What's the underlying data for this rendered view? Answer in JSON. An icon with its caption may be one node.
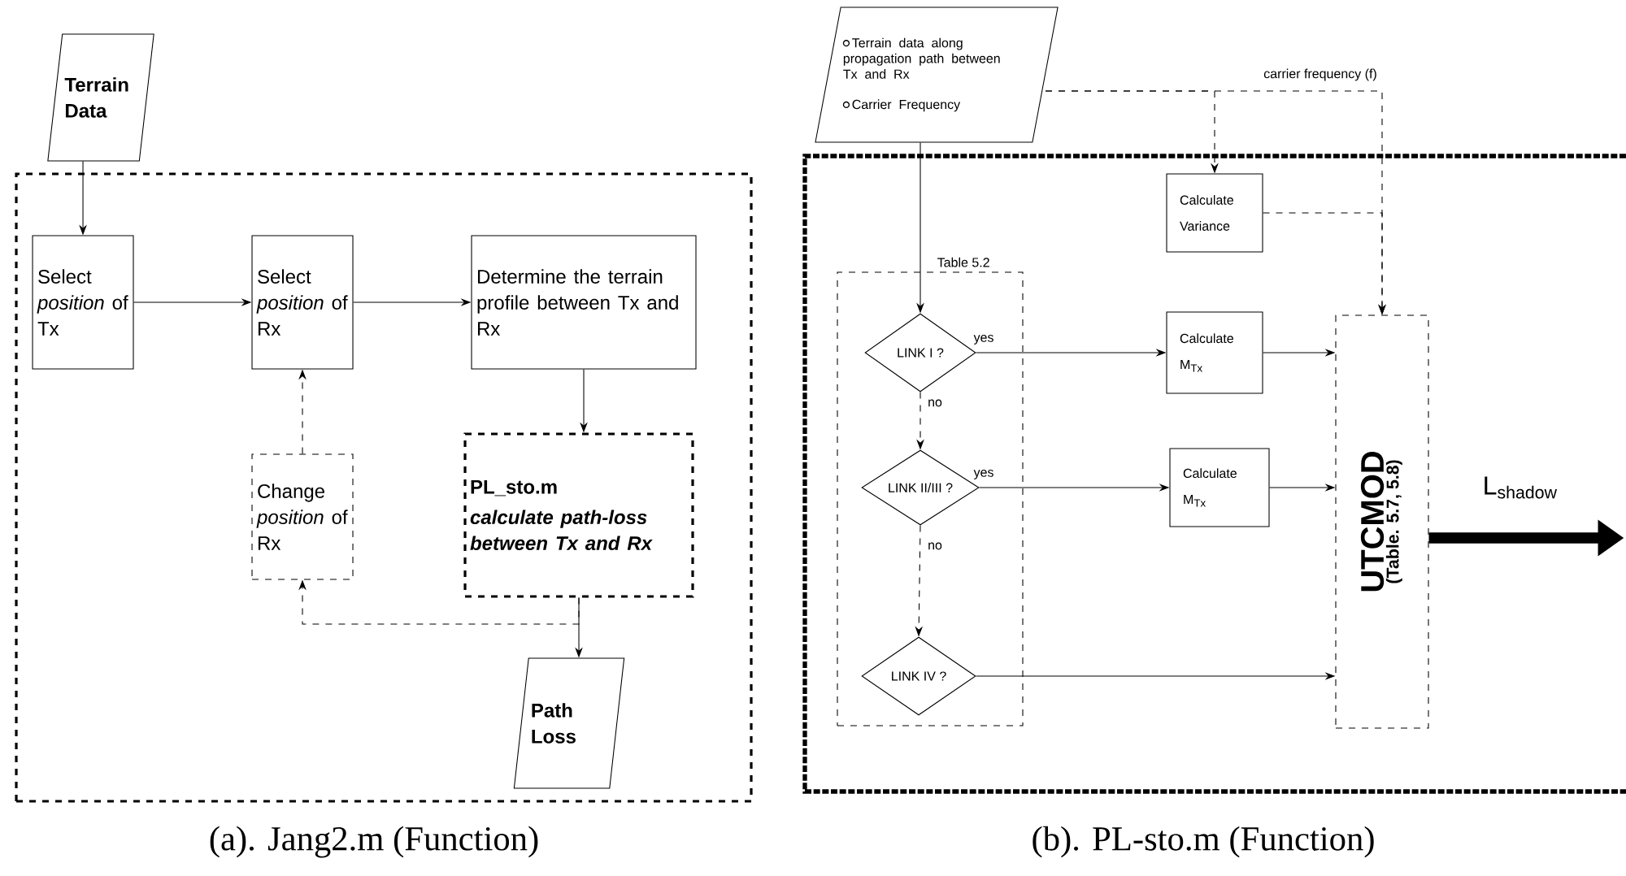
{
  "diagram": {
    "nodes": [
      {
        "text": [
          "Terrain Data"
        ]
      },
      {
        "text": [],
        "shape": "box"
      },
      {
        "text": [
          "Select *position* of Tx"
        ],
        "in": 1
      },
      {
        "text": [
          "Select *position* of Rx"
        ],
        "in": 1
      },
      {
        "text": [
          "Determine the terrain profile between Tx and Rx"
        ],
        "in": 1
      },
      {
        "text": [
          "PL_sto.m",
          "calculate path-loss between Tx and Rx"
        ],
        "in": 1
      },
      {
        "text": [
          "Change *position* of Rx"
        ],
        "in": 1
      },
      {
        "text": [
          "Path Loss"
        ],
        "in": 1
      },
      {
        "text": [
          "Terrain data along propagation path between Tx and Rx",
          "Carrier Frequency"
        ]
      },
      {
        "text": [],
        "shape": "box"
      },
      {
        "text": [
          "Calculate Variance"
        ],
        "in": 9
      },
      {
        "text": [],
        "shape": "box",
        "beside": [
          "Table 5.2"
        ],
        "in": 9
      },
      {
        "text": [
          "LINK I ?"
        ],
        "in": 11
      },
      {
        "text": [
          "Calculate M$_{Tx}$"
        ],
        "in": 9
      },
      {
        "text": [
          "LINK II/III ?"
        ],
        "in": 11
      },
      {
        "text": [
          "Calculate M$_{Tx}$"
        ],
        "in": 9
      },
      {
        "text": [
          "LINK IV ?"
        ],
        "in": 11
      },
      {
        "text": [
          "UTCMOD",
          "(Table. 5.7, 5.8)"
        ],
        "in": 9
      }
    ],
    "edges": [
      {
        "from": 0,
        "to": 2,
        "arrow": "to"
      },
      {
        "from": 2,
        "to": 3,
        "arrow": "to"
      },
      {
        "from": 3,
        "to": 4,
        "arrow": "to"
      },
      {
        "from": 4,
        "to": 5,
        "arrow": "to"
      },
      {
        "from": 5,
        "to": 7,
        "arrow": "to"
      },
      {
        "from": 5,
        "to": 6,
        "arrow": "to",
        "style": "dashed"
      },
      {
        "from": 6,
        "to": 3,
        "arrow": "to",
        "style": "dashed"
      },
      {
        "from": 8,
        "to": 12,
        "arrow": "to"
      },
      {
        "from": 8,
        "to": 10,
        "arrow": "to",
        "style": "dashed"
      },
      {
        "from": 8,
        "to": 17,
        "arrow": "to",
        "style": "dashed",
        "label": "carrier frequency (f)"
      },
      {
        "from": 10,
        "to": 17,
        "arrow": "to",
        "style": "dashed"
      },
      {
        "from": 12,
        "to": 13,
        "arrow": "to",
        "label": "yes"
      },
      {
        "from": 13,
        "to": 17,
        "arrow": "to"
      },
      {
        "from": 12,
        "to": 14,
        "arrow": "to",
        "style": "dashed",
        "label": "no"
      },
      {
        "from": 14,
        "to": 15,
        "arrow": "to",
        "label": "yes"
      },
      {
        "from": 15,
        "to": 17,
        "arrow": "to"
      },
      {
        "from": 14,
        "to": 16,
        "arrow": "to",
        "style": "dashed",
        "label": "no"
      },
      {
        "from": 16,
        "to": 17,
        "arrow": "to"
      },
      {
        "from": 17,
        "to": null,
        "arrow": "to",
        "style": "thick",
        "label": "L$_{shadow}$"
      }
    ],
    "labels": [
      "(a). Jang2.m (Function)",
      "(b). PL-sto.m (Function)"
    ]
  }
}
